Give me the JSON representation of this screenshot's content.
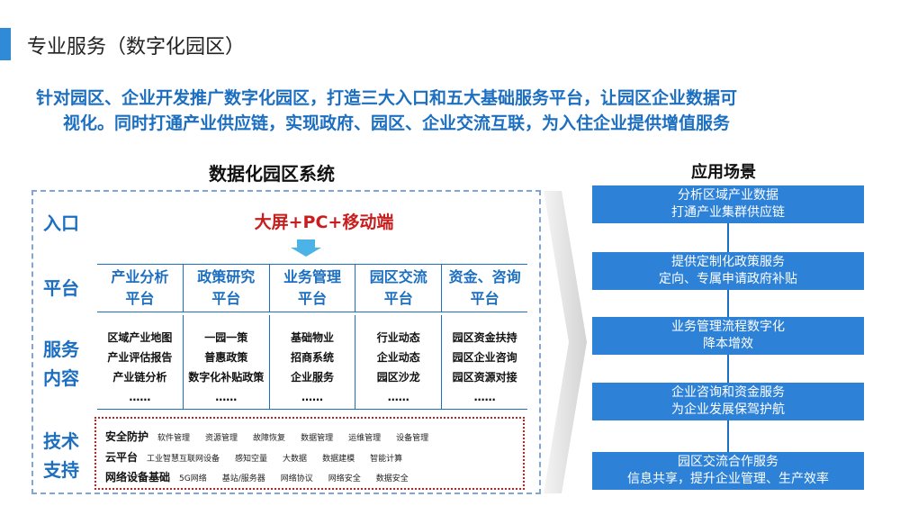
{
  "header": {
    "title": "专业服务（数字化园区）"
  },
  "intro": {
    "line1": "针对园区、企业开发推广数字化园区，打造三大入口和五大基础服务平台，让园区企业数据可",
    "line2": "视化。同时打通产业供应链，实现政府、园区、企业交流互联，为入住企业提供增值服务"
  },
  "system": {
    "title": "数据化园区系统",
    "labels": {
      "entry": "入口",
      "platform": "平台",
      "service1": "服务",
      "service2": "内容",
      "tech1": "技术",
      "tech2": "支持"
    },
    "entry_text": "大屏+PC+移动端",
    "platforms": [
      {
        "line1": "产业分析",
        "line2": "平台"
      },
      {
        "line1": "政策研究",
        "line2": "平台"
      },
      {
        "line1": "业务管理",
        "line2": "平台"
      },
      {
        "line1": "园区交流",
        "line2": "平台"
      },
      {
        "line1": "资金、咨询",
        "line2": "平台"
      }
    ],
    "services": [
      [
        "区域产业地图",
        "产业评估报告",
        "产业链分析",
        "……"
      ],
      [
        "一园一策",
        "普惠政策",
        "数字化补贴政策",
        "……"
      ],
      [
        "基础物业",
        "招商系统",
        "企业服务",
        "……"
      ],
      [
        "行业动态",
        "企业动态",
        "园区沙龙",
        "……"
      ],
      [
        "园区资金扶持",
        "园区企业咨询",
        "园区资源对接",
        "……"
      ]
    ],
    "tech": [
      {
        "category": "安全防护",
        "items": [
          "软件管理",
          "资源管理",
          "故障恢复",
          "数据管理",
          "运维管理",
          "设备管理"
        ]
      },
      {
        "category": "云平台",
        "items": [
          "工业智慧互联网设备",
          "感知空量",
          "大数据",
          "数据建模",
          "智能计算"
        ]
      },
      {
        "category": "网络设备基础",
        "items": [
          "5G网络",
          "基站/服务器",
          "网络协议",
          "网络安全",
          "数据安全"
        ]
      }
    ]
  },
  "scenarios": {
    "title": "应用场景",
    "items": [
      {
        "line1": "分析区域产业数据",
        "line2": "打通产业集群供应链"
      },
      {
        "line1": "提供定制化政策服务",
        "line2": "定向、专属申请政府补贴"
      },
      {
        "line1": "业务管理流程数字化",
        "line2": "降本增效"
      },
      {
        "line1": "企业咨询和资金服务",
        "line2": "为企业发展保驾护航"
      },
      {
        "line1": "园区交流合作服务",
        "line2": "信息共享，提升企业管理、生产效率"
      }
    ]
  },
  "colors": {
    "primary": "#1c6fc0",
    "scenario_fill": "#2d82d8",
    "accent_red": "#c81e1e",
    "arrow_cyan": "#4cb3e6"
  }
}
